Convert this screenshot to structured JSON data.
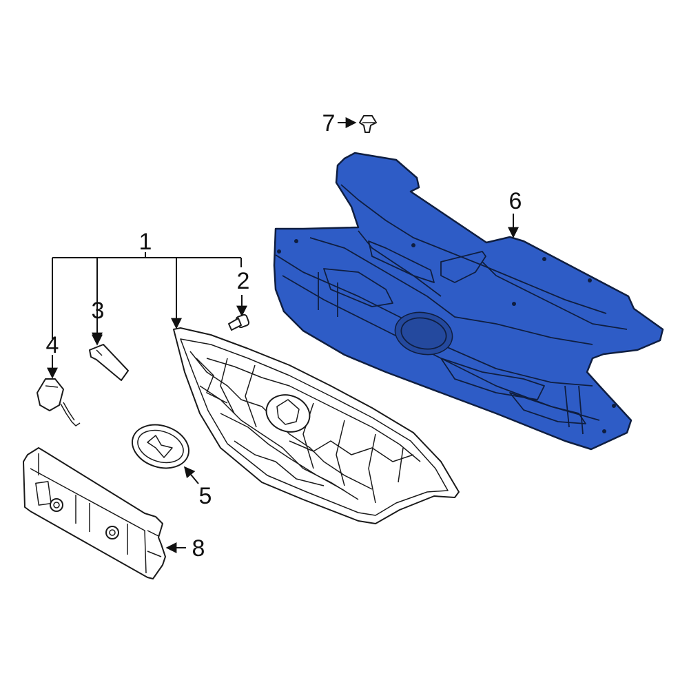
{
  "highlight_color": "#2e5cc6",
  "callouts": [
    {
      "id": "1",
      "text": "1"
    },
    {
      "id": "2",
      "text": "2"
    },
    {
      "id": "3",
      "text": "3"
    },
    {
      "id": "4",
      "text": "4"
    },
    {
      "id": "5",
      "text": "5"
    },
    {
      "id": "6",
      "text": "6"
    },
    {
      "id": "7",
      "text": "7"
    },
    {
      "id": "8",
      "text": "8"
    }
  ],
  "parts": [
    {
      "callout": "1",
      "name": "grille-assembly"
    },
    {
      "callout": "2",
      "name": "screw"
    },
    {
      "callout": "3",
      "name": "bracket"
    },
    {
      "callout": "4",
      "name": "camera-sensor"
    },
    {
      "callout": "5",
      "name": "emblem"
    },
    {
      "callout": "6",
      "name": "grille-support-panel",
      "highlighted": true
    },
    {
      "callout": "7",
      "name": "clip"
    },
    {
      "callout": "8",
      "name": "license-plate-bracket"
    }
  ]
}
